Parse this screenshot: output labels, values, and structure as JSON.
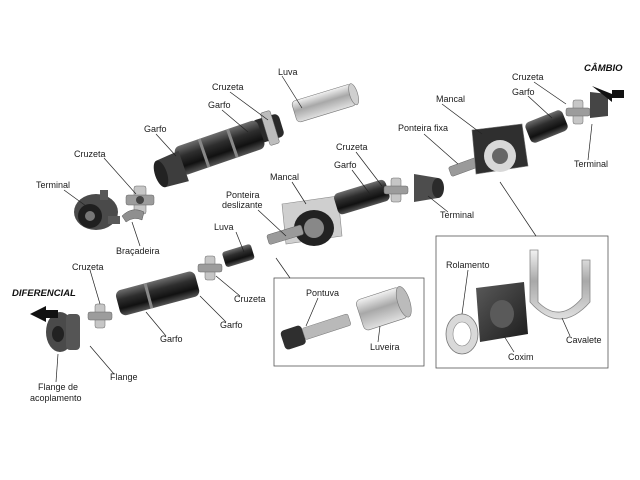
{
  "directions": {
    "gearbox": "CÂMBIO",
    "differential": "DIFERENCIAL"
  },
  "labels": {
    "luva": "Luva",
    "cruzeta": "Cruzeta",
    "garfo": "Garfo",
    "terminal": "Terminal",
    "bracadeira": "Braçadeira",
    "mancal": "Mancal",
    "ponteira_fixa": "Ponteira fixa",
    "ponteira_deslizante_1": "Ponteira",
    "ponteira_deslizante_2": "deslizante",
    "flange": "Flange",
    "flange_acoplamento_1": "Flange de",
    "flange_acoplamento_2": "acoplamento",
    "pontuva": "Pontuva",
    "luveira": "Luveira",
    "rolamento": "Rolamento",
    "coxim": "Coxim",
    "cavalete": "Cavalete"
  },
  "colors": {
    "metal_dark": "#3a3a3a",
    "metal_mid": "#8a8a8a",
    "metal_light": "#d4d4d4",
    "arrow": "#111111"
  }
}
